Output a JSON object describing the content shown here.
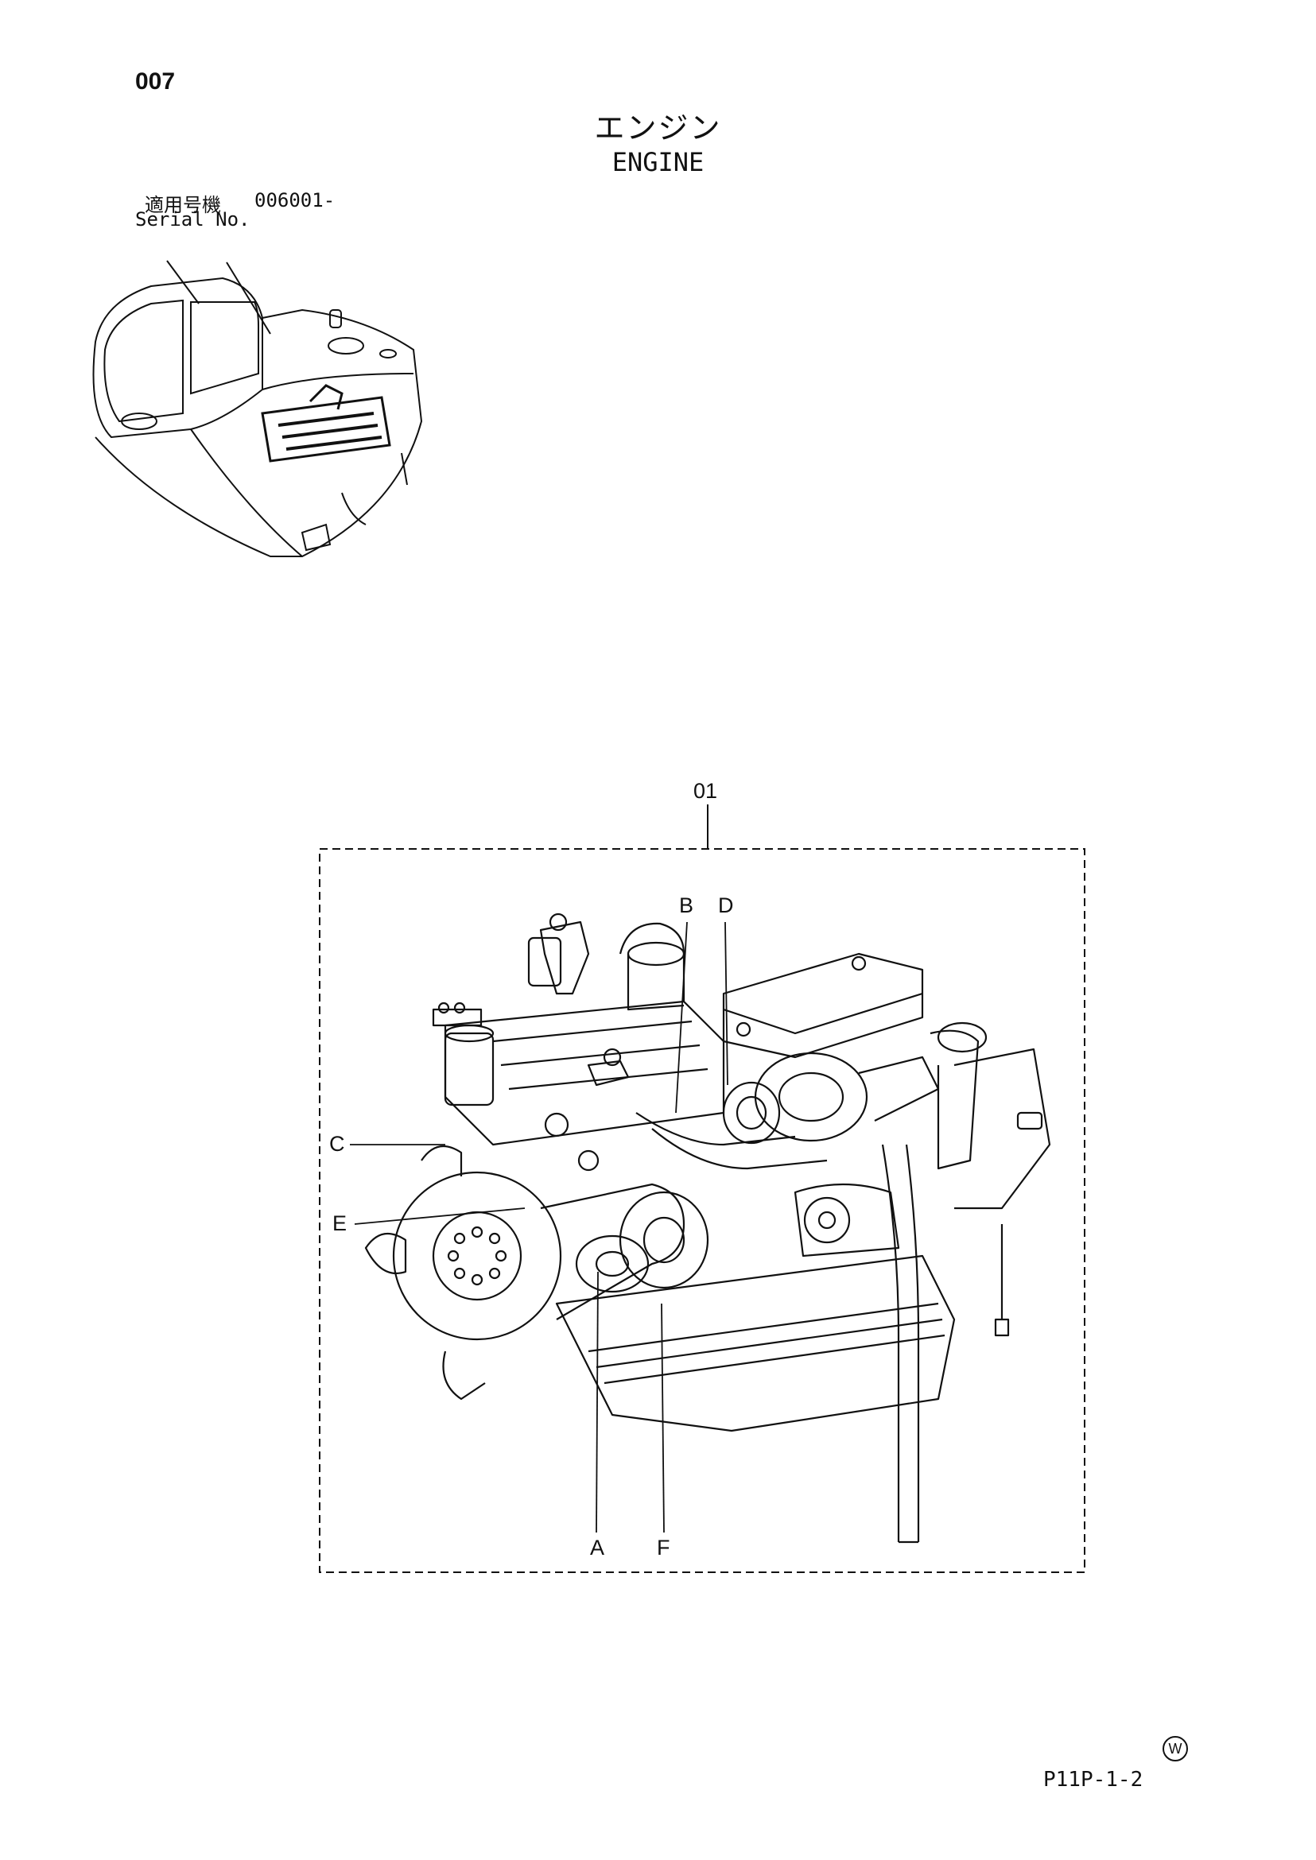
{
  "header": {
    "page_number": "007",
    "title_jp": "エンジン",
    "title_en": "ENGINE"
  },
  "serial": {
    "label_jp": "適用号機",
    "value": "006001-",
    "label_en": "Serial No."
  },
  "diagram": {
    "assembly_callout": "01",
    "callouts": [
      "A",
      "B",
      "C",
      "D",
      "E",
      "F"
    ]
  },
  "footer": {
    "mark": "W",
    "code": "P11P-1-2"
  }
}
